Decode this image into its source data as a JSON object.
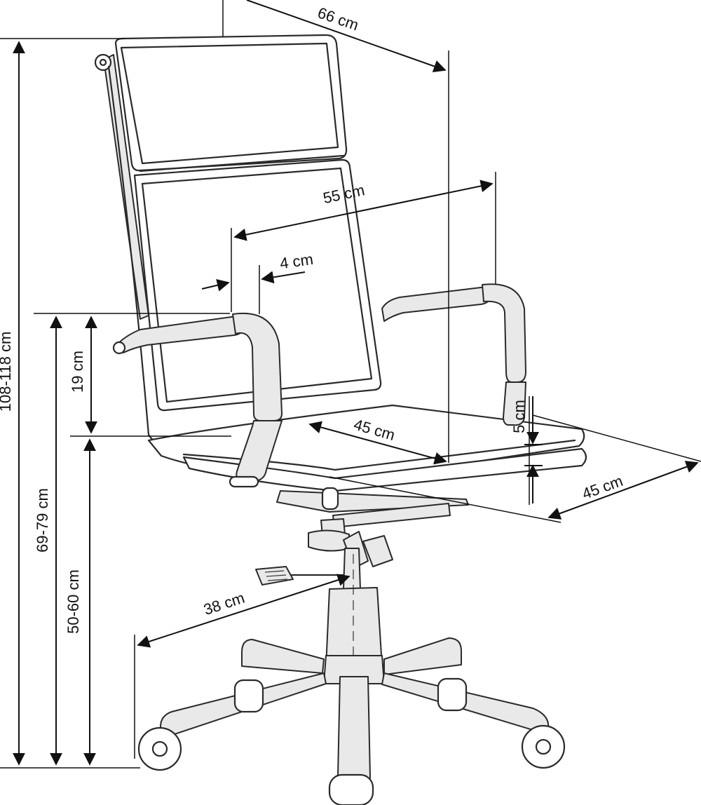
{
  "dimensions": {
    "total_height": "108-118 cm",
    "seat_height_arm": "69-79 cm",
    "seat_height": "50-60 cm",
    "armrest_height": "19 cm",
    "total_width": "66 cm",
    "inner_width": "55 cm",
    "armrest_width": "4 cm",
    "seat_depth": "45 cm",
    "seat_thickness": "5 cm",
    "seat_width": "45 cm",
    "base_radius": "38 cm"
  },
  "colors": {
    "line": "#2a2a2a",
    "background": "#ffffff"
  }
}
